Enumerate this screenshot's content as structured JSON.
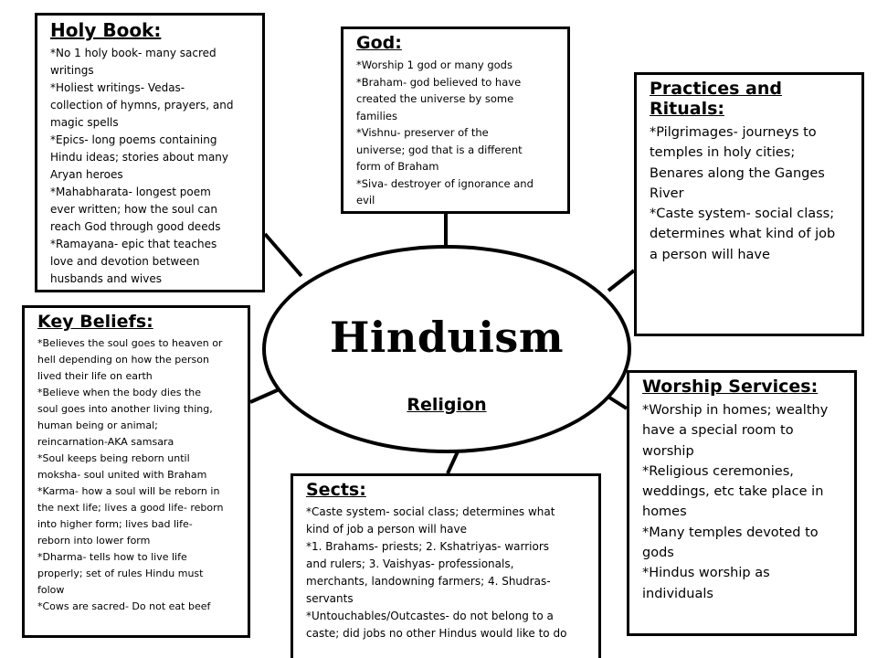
{
  "center": {
    "title": "Hinduism",
    "subtitle": "Religion"
  },
  "boxes": {
    "holy_book": {
      "title": "Holy Book:",
      "lines": [
        "*No 1 holy book- many sacred",
        "writings",
        "*Holiest writings- Vedas-",
        "collection of hymns, prayers, and",
        "magic spells",
        "*Epics- long poems containing",
        "Hindu ideas; stories about many",
        "Aryan heroes",
        "*Mahabharata- longest poem",
        "ever written; how the soul can",
        "reach God through good deeds",
        "*Ramayana- epic that teaches",
        "love and devotion between",
        "husbands and wives"
      ]
    },
    "god": {
      "title": "God:",
      "lines": [
        "*Worship 1 god or many gods",
        "*Braham- god believed to have",
        "created the universe by some",
        "families",
        "*Vishnu- preserver of the",
        "universe; god that is a different",
        "form of Braham",
        "*Siva- destroyer of ignorance and",
        "evil"
      ]
    },
    "practices": {
      "title": "Practices and Rituals:",
      "lines": [
        "*Pilgrimages- journeys to",
        "temples in holy cities;",
        "Benares along the Ganges",
        "River",
        "*Caste system- social class;",
        "determines what kind of job",
        "a person will have"
      ]
    },
    "key_beliefs": {
      "title": "Key Beliefs:",
      "lines": [
        "*Believes the soul goes to heaven or",
        "hell depending on how the person",
        "lived their life on earth",
        "*Believe when the body dies the",
        "soul goes into another living thing,",
        "human being or animal;",
        "reincarnation-AKA samsara",
        "*Soul keeps being reborn until",
        "moksha- soul united with Braham",
        "*Karma- how a soul will be reborn in",
        "the next life; lives a good life- reborn",
        "into higher form; lives bad life-",
        "reborn into lower form",
        "*Dharma- tells how to live life",
        "properly; set of rules Hindu must",
        "folow",
        "*Cows are sacred- Do not eat beef"
      ]
    },
    "worship": {
      "title": "Worship Services:",
      "lines": [
        "*Worship in homes; wealthy",
        "have a special room to",
        "worship",
        "*Religious ceremonies,",
        "weddings, etc take place in",
        "homes",
        "*Many temples devoted to",
        "gods",
        "*Hindus worship as",
        "individuals"
      ]
    },
    "sects": {
      "title": "Sects:",
      "lines": [
        "*Caste system- social class; determines what",
        "kind of job a person will have",
        "*1. Brahams- priests; 2. Kshatriyas- warriors",
        "and rulers; 3. Vaishyas- professionals,",
        "merchants, landowning farmers; 4. Shudras-",
        "servants",
        "*Untouchables/Outcastes- do not belong to a",
        "caste; did jobs no other Hindus would like to do"
      ]
    }
  }
}
